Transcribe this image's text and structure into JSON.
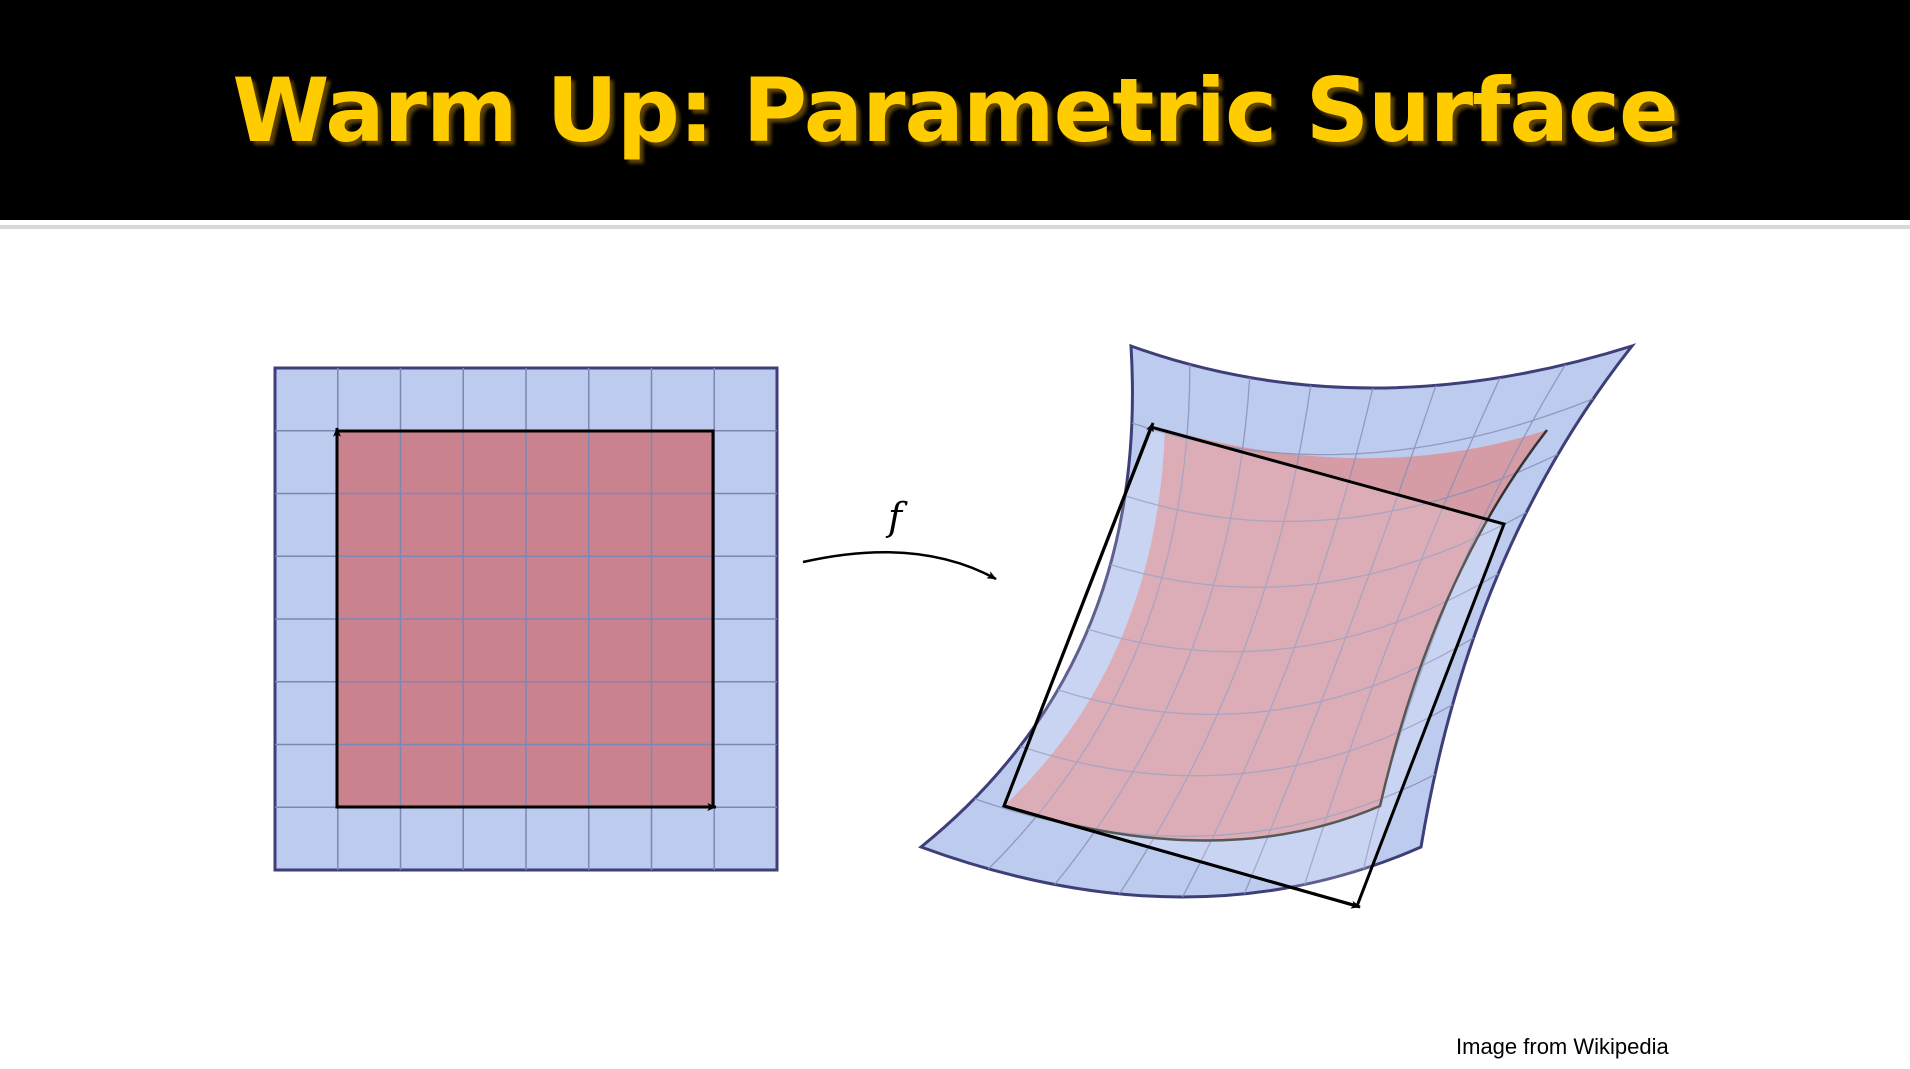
{
  "slide": {
    "title": "Warm Up:  Parametric Surface",
    "credit": "Image from Wikipedia"
  },
  "diagram": {
    "map_label": "f",
    "colors": {
      "domain_fill": "#bccbee",
      "domain_border": "#3e3e78",
      "grid_line": "#7e86b4",
      "patch_fill": "#c9828e",
      "surface_patch_fill": "#d59ca6",
      "arrow": "#000000"
    }
  }
}
